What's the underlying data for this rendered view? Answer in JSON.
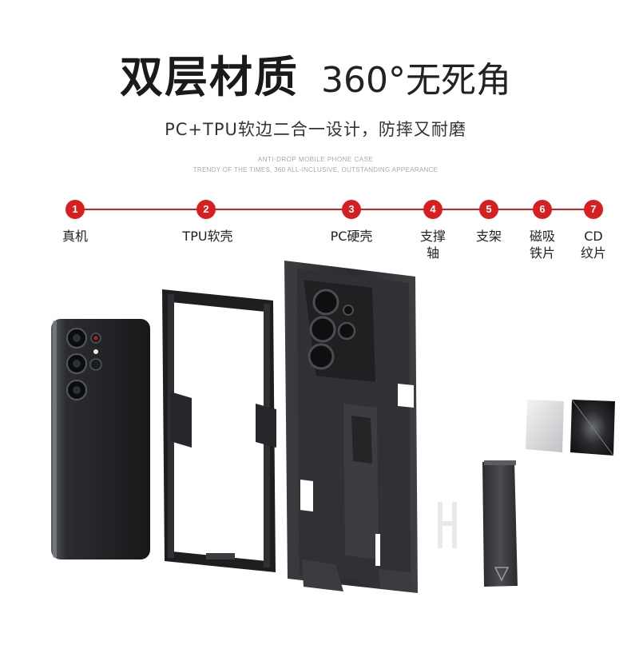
{
  "header": {
    "title_bold": "双层材质",
    "title_light": "360°无死角",
    "subtitle": "PC+TPU软边二合一设计，防摔又耐磨",
    "english_line1": "ANTI-DROP MOBILE PHONE CASE",
    "english_line2": "TRENDY OF THE TIMES, 360 ALL-INCLUSIVE, OUTSTANDING APPEARANCE"
  },
  "parts": [
    {
      "number": "1",
      "label": "真机"
    },
    {
      "number": "2",
      "label": "TPU软壳"
    },
    {
      "number": "3",
      "label": "PC硬壳"
    },
    {
      "number": "4",
      "label_line1": "支撑",
      "label_line2": "轴"
    },
    {
      "number": "5",
      "label": "支架"
    },
    {
      "number": "6",
      "label_line1": "磁吸",
      "label_line2": "铁片"
    },
    {
      "number": "7",
      "label_line1": "CD",
      "label_line2": "纹片"
    }
  ],
  "colors": {
    "accent": "#d71f1f",
    "text": "#222222",
    "muted": "#a9a9a9"
  }
}
